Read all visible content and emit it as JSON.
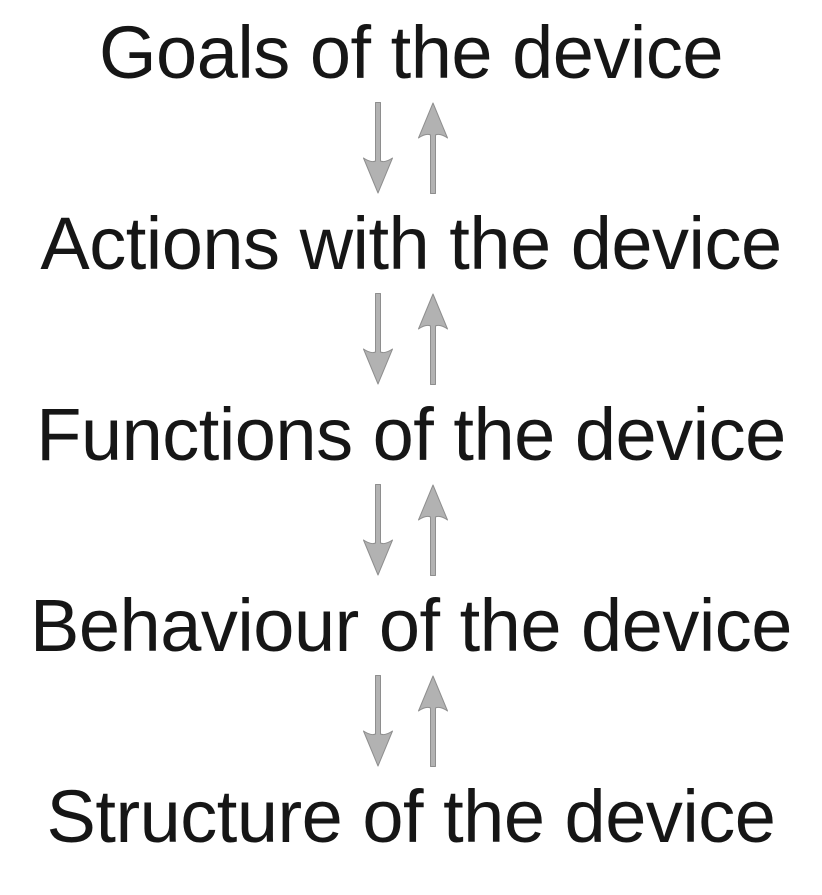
{
  "diagram": {
    "levels": [
      {
        "label": "Goals of the device"
      },
      {
        "label": "Actions with the device"
      },
      {
        "label": "Functions of the device"
      },
      {
        "label": "Behaviour of the device"
      },
      {
        "label": "Structure of the device"
      }
    ],
    "connections": [
      {
        "from": "Goals of the device",
        "to": "Actions with the device",
        "bidirectional": true
      },
      {
        "from": "Actions with the device",
        "to": "Functions of the device",
        "bidirectional": true
      },
      {
        "from": "Functions of the device",
        "to": "Behaviour of the device",
        "bidirectional": true
      },
      {
        "from": "Behaviour of the device",
        "to": "Structure of the device",
        "bidirectional": true
      }
    ],
    "icons": {
      "down": "down-arrow-icon",
      "up": "up-arrow-icon"
    },
    "colors": {
      "background": "#ffffff",
      "text": "#161616",
      "arrow_fill": "#b2b2b2",
      "arrow_outline": "#8e8e8e"
    }
  }
}
